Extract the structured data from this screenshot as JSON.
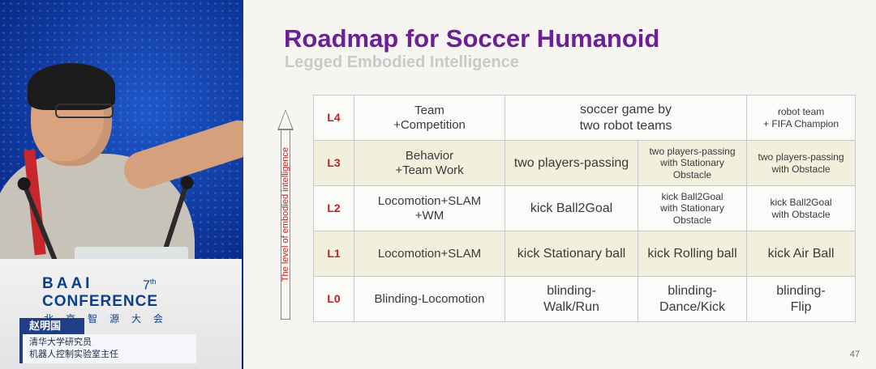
{
  "presenter": {
    "name": "赵明国",
    "title_line1": "清华大学研究员",
    "title_line2": "机器人控制实验室主任"
  },
  "conference": {
    "logo": "BAAI",
    "edition": "7",
    "edition_suffix": "th",
    "word": "CONFERENCE",
    "chinese": "北京智源大会",
    "brand_color": "#0c3d8f"
  },
  "slide": {
    "title": "Roadmap for Soccer Humanoid",
    "subtitle": "Legged Embodied Intelligence",
    "axis_label": "The level of embodied intelligence",
    "page_number": "47",
    "title_color": "#6d1f97",
    "level_color": "#c41f1f",
    "rows": [
      {
        "level": "L4",
        "category": "Team\n+Competition",
        "merged": "soccer game by\ntwo robot teams",
        "c4": "robot team\n+ FIFA Champion"
      },
      {
        "level": "L3",
        "category": "Behavior\n+Team Work",
        "c2": "two players-passing",
        "c3": "two players-passing\nwith Stationary\nObstacle",
        "c4": "two players-passing\nwith Obstacle"
      },
      {
        "level": "L2",
        "category": "Locomotion+SLAM\n+WM",
        "c2": "kick Ball2Goal",
        "c3": "kick Ball2Goal\nwith Stationary\nObstacle",
        "c4": "kick Ball2Goal\nwith Obstacle"
      },
      {
        "level": "L1",
        "category": "Locomotion+SLAM",
        "c2": "kick Stationary ball",
        "c3": "kick Rolling ball",
        "c4": "kick Air Ball"
      },
      {
        "level": "L0",
        "category": "Blinding-Locomotion",
        "c2": "blinding-\nWalk/Run",
        "c3": "blinding-\nDance/Kick",
        "c4": "blinding-\nFlip"
      }
    ]
  }
}
